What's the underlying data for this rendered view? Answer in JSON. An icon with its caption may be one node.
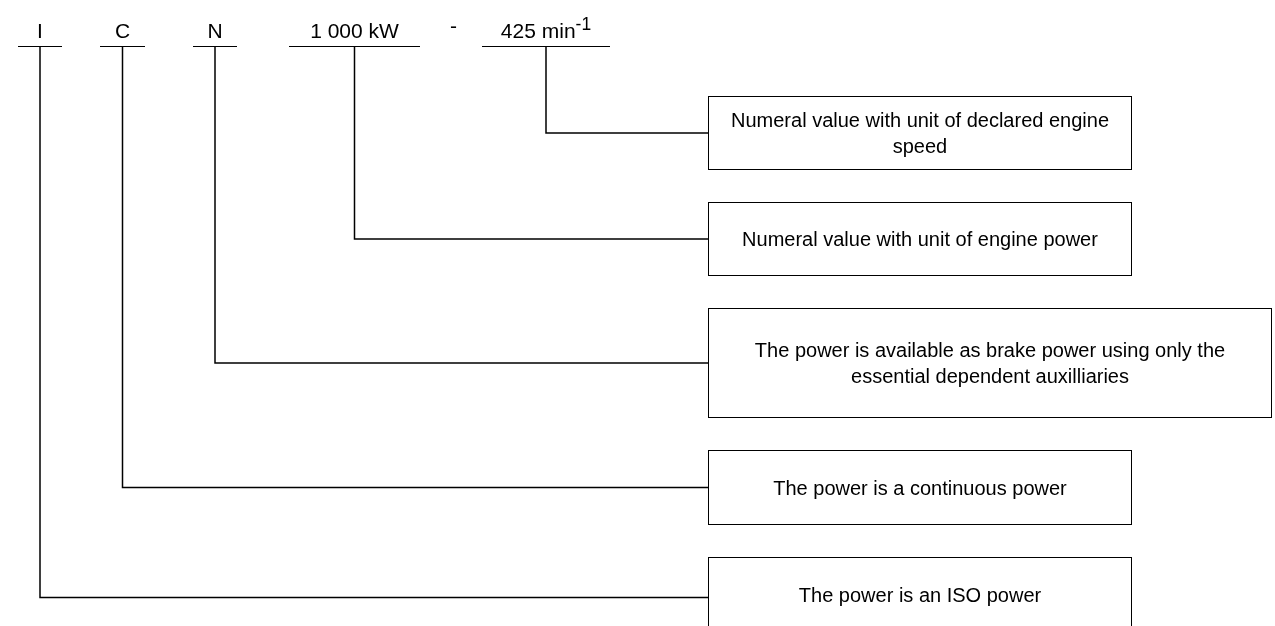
{
  "diagram": {
    "nodes": [
      {
        "text": [
          "I"
        ]
      },
      {
        "text": [
          "C"
        ]
      },
      {
        "text": [
          "N"
        ]
      },
      {
        "text": [
          "1 000 kW"
        ]
      },
      {
        "text": [
          "425 min$^{-1}$"
        ]
      },
      {
        "text": [
          "Numeral value with unit of declared engine speed"
        ]
      },
      {
        "text": [
          "Numeral value with unit of engine power"
        ]
      },
      {
        "text": [
          "The power is available as brake power using only the essential dependent auxilliaries"
        ]
      },
      {
        "text": [
          "The power is a continuous power"
        ]
      },
      {
        "text": [
          "The power is an ISO power"
        ]
      }
    ],
    "edges": [
      {
        "from": 4,
        "to": 5,
        "arrow": "none"
      },
      {
        "from": 3,
        "to": 6,
        "arrow": "none"
      },
      {
        "from": 2,
        "to": 7,
        "arrow": "none"
      },
      {
        "from": 1,
        "to": 8,
        "arrow": "none"
      },
      {
        "from": 0,
        "to": 9,
        "arrow": "none"
      }
    ],
    "labels": [
      "-"
    ]
  }
}
